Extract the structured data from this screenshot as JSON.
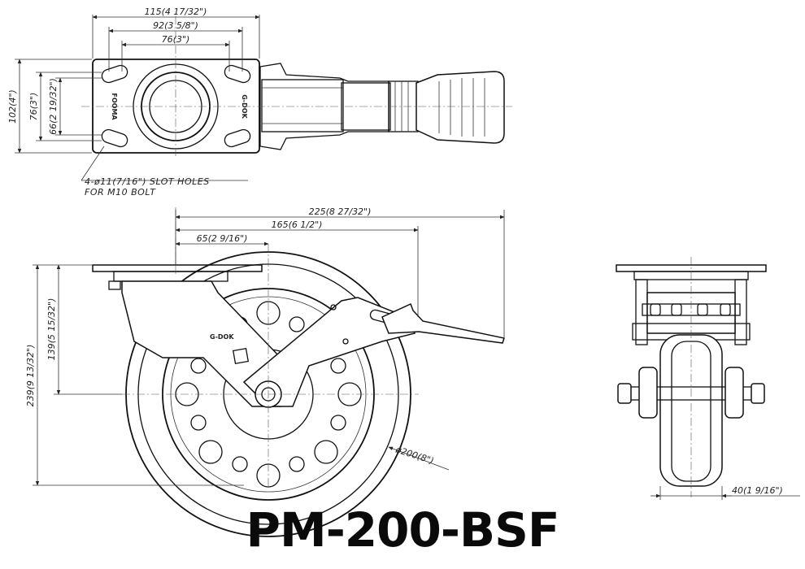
{
  "model": "PM-200-BSF",
  "top_view": {
    "dims": {
      "plate_width": "115(4 17/32\")",
      "hole_span_outer": "92(3 5/8\")",
      "hole_span_inner": "76(3\")",
      "plate_height": "102(4\")",
      "hole_height_outer": "76(3\")",
      "hole_height_inner": "66(2 19/32\")"
    },
    "plate_text_left": "FOOMA",
    "plate_text_right": "G-DOK",
    "note_line1": "4-ø11(7/16\") SLOT HOLES",
    "note_line2": "FOR M10 BOLT"
  },
  "side_view": {
    "dims": {
      "overall_length": "225(8 27/32\")",
      "brake_length": "165(6 1/2\")",
      "offset": "65(2 9/16\")",
      "total_height": "239(9 13/32\")",
      "axle_height": "139(5 15/32\")",
      "wheel_diameter": "ø200(8\")"
    },
    "fork_text": "G-DOK"
  },
  "front_view": {
    "dims": {
      "wheel_width": "40(1 9/16\")"
    }
  }
}
